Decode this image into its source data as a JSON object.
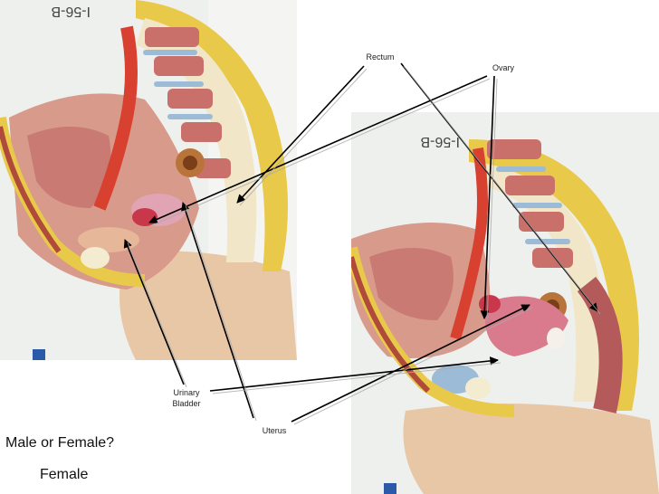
{
  "photos": {
    "left_tag": "I-56-B",
    "right_tag": "I-56-B"
  },
  "labels": {
    "rectum": "Rectum",
    "ovary": "Ovary",
    "urinary_line1": "Urinary",
    "urinary_line2": "Bladder",
    "uterus": "Uterus"
  },
  "question": "Male or Female?",
  "answer": "Female"
}
